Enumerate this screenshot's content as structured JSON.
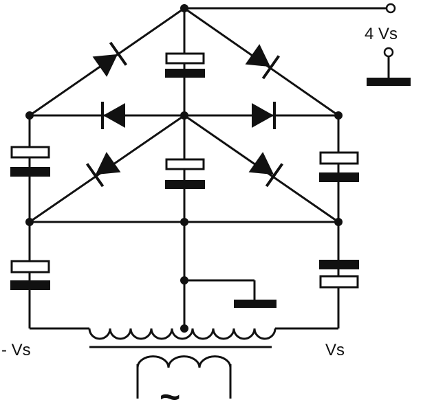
{
  "labels": {
    "out_high": "4 Vs",
    "neg": "- Vs",
    "pos": "Vs",
    "ac_source": "~"
  },
  "colors": {
    "ink": "#111111",
    "paper": "#ffffff"
  }
}
